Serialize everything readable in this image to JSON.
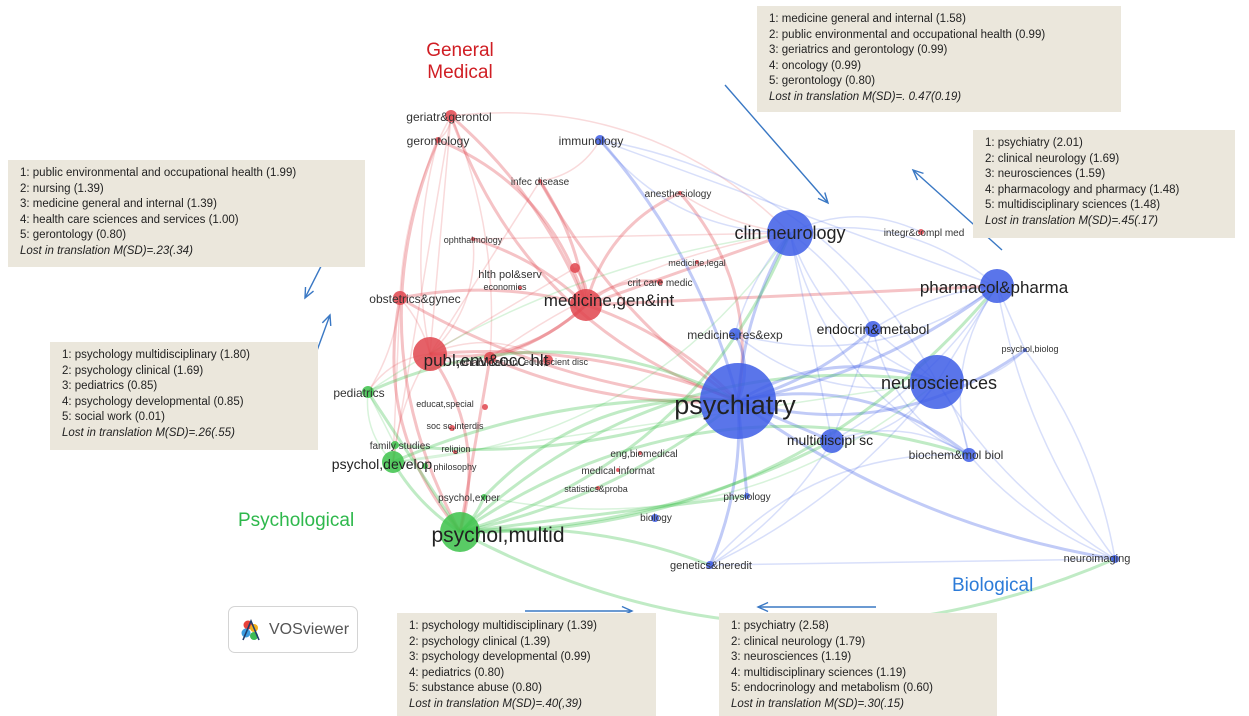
{
  "colors": {
    "medical": "#e0454d",
    "psychological": "#3cc24a",
    "biological": "#3d5de6",
    "medical_label": "#d01e24",
    "psychological_label": "#2eb84c",
    "biological_label": "#2c7bd8",
    "box_bg": "#ebe7dc",
    "arrow": "#3a78c4"
  },
  "cluster_labels": {
    "general_medical": "General\nMedical",
    "psychological": "Psychological",
    "biological": "Biological"
  },
  "logo": {
    "text": "VOSviewer"
  },
  "nodes": [
    {
      "id": "geriatr",
      "label": "geriatr&gerontol",
      "cluster": "medical",
      "weight": 2
    },
    {
      "id": "gerontology",
      "label": "gerontology",
      "cluster": "medical",
      "weight": 1
    },
    {
      "id": "infec",
      "label": "infec disease",
      "cluster": "medical",
      "weight": 1
    },
    {
      "id": "ophth",
      "label": "ophthalmology",
      "cluster": "medical",
      "weight": 1
    },
    {
      "id": "hlthpol",
      "label": "hlth pol&serv",
      "cluster": "medical",
      "weight": 2
    },
    {
      "id": "economics",
      "label": "economics",
      "cluster": "medical",
      "weight": 1
    },
    {
      "id": "critcare",
      "label": "crit care medic",
      "cluster": "medical",
      "weight": 1
    },
    {
      "id": "medlegal",
      "label": "medicine,legal",
      "cluster": "medical",
      "weight": 1
    },
    {
      "id": "medgen",
      "label": "medicine,gen&int",
      "cluster": "medical",
      "weight": 5
    },
    {
      "id": "obstet",
      "label": "obstetrics&gynec",
      "cluster": "medical",
      "weight": 2
    },
    {
      "id": "publenv",
      "label": "publ,env&occ hlt",
      "cluster": "medical",
      "weight": 6
    },
    {
      "id": "rehab",
      "label": "rehabilitation",
      "cluster": "medical",
      "weight": 2
    },
    {
      "id": "educsci",
      "label": "educ,scient disc",
      "cluster": "medical",
      "weight": 1
    },
    {
      "id": "educspec",
      "label": "educat,special",
      "cluster": "medical",
      "weight": 1
    },
    {
      "id": "socsc",
      "label": "soc sc,interdis",
      "cluster": "medical",
      "weight": 1
    },
    {
      "id": "religion",
      "label": "religion",
      "cluster": "medical",
      "weight": 1
    },
    {
      "id": "anesth",
      "label": "anesthesiology",
      "cluster": "medical",
      "weight": 1
    },
    {
      "id": "medinfo",
      "label": "medical informat",
      "cluster": "medical",
      "weight": 1
    },
    {
      "id": "stats",
      "label": "statistics&proba",
      "cluster": "medical",
      "weight": 1
    },
    {
      "id": "integr",
      "label": "integr&compl med",
      "cluster": "medical",
      "weight": 1
    },
    {
      "id": "engbio",
      "label": "eng,biomedical",
      "cluster": "medical",
      "weight": 1
    },
    {
      "id": "pediatrics",
      "label": "pediatrics",
      "cluster": "psychological",
      "weight": 2
    },
    {
      "id": "family",
      "label": "family studies",
      "cluster": "psychological",
      "weight": 1
    },
    {
      "id": "philosophy",
      "label": "philosophy",
      "cluster": "psychological",
      "weight": 1
    },
    {
      "id": "psychdev",
      "label": "psychol,develop",
      "cluster": "psychological",
      "weight": 4
    },
    {
      "id": "psychexp",
      "label": "psychol,exper",
      "cluster": "psychological",
      "weight": 1
    },
    {
      "id": "psychmult",
      "label": "psychol,multid",
      "cluster": "psychological",
      "weight": 6
    },
    {
      "id": "immunology",
      "label": "immunology",
      "cluster": "biological",
      "weight": 1
    },
    {
      "id": "clinneuro",
      "label": "clin neurology",
      "cluster": "biological",
      "weight": 7
    },
    {
      "id": "pharma",
      "label": "pharmacol&pharma",
      "cluster": "biological",
      "weight": 6
    },
    {
      "id": "endocrin",
      "label": "endocrin&metabol",
      "cluster": "biological",
      "weight": 3
    },
    {
      "id": "medres",
      "label": "medicine,res&exp",
      "cluster": "biological",
      "weight": 2
    },
    {
      "id": "psychbiol",
      "label": "psychol,biolog",
      "cluster": "biological",
      "weight": 1
    },
    {
      "id": "neurosci",
      "label": "neurosciences",
      "cluster": "biological",
      "weight": 8
    },
    {
      "id": "psychiatry",
      "label": "psychiatry",
      "cluster": "biological",
      "weight": 10
    },
    {
      "id": "multidiscipl",
      "label": "multidiscipl sc",
      "cluster": "biological",
      "weight": 4
    },
    {
      "id": "biochem",
      "label": "biochem&mol biol",
      "cluster": "biological",
      "weight": 2
    },
    {
      "id": "physiology",
      "label": "physiology",
      "cluster": "biological",
      "weight": 1
    },
    {
      "id": "biology",
      "label": "biology",
      "cluster": "biological",
      "weight": 1
    },
    {
      "id": "genetics",
      "label": "genetics&heredit",
      "cluster": "biological",
      "weight": 1
    },
    {
      "id": "neuroimaging",
      "label": "neuroimaging",
      "cluster": "biological",
      "weight": 1
    }
  ],
  "boxes": [
    {
      "id": "general-medical-right",
      "items": [
        "1: medicine general and internal (1.58)",
        "2: public environmental and occupational health (0.99)",
        "3: geriatrics and gerontology (0.99)",
        "4: oncology (0.99)",
        "5: gerontology (0.80)"
      ],
      "lost": "Lost in translation M(SD)=. 0.47(0.19)"
    },
    {
      "id": "psychiatry-right",
      "items": [
        "1: psychiatry (2.01)",
        "2: clinical neurology (1.69)",
        "3: neurosciences (1.59)",
        "4: pharmacology and pharmacy (1.48)",
        "5: multidisciplinary sciences (1.48)"
      ],
      "lost": "Lost in translation M(SD)=.45(.17)"
    },
    {
      "id": "public-health-left",
      "items": [
        "1: public environmental and occupational health (1.99)",
        "2: nursing (1.39)",
        "3: medicine general and internal (1.39)",
        "4: health care sciences and services (1.00)",
        "5: gerontology (0.80)"
      ],
      "lost": "Lost in translation M(SD)=.23(.34)"
    },
    {
      "id": "psychology-left",
      "items": [
        "1: psychology multidisciplinary (1.80)",
        "2: psychology clinical (1.69)",
        "3: pediatrics (0.85)",
        "4: psychology developmental (0.85)",
        "5: social work (0.01)"
      ],
      "lost": "Lost in translation M(SD)=.26(.55)"
    },
    {
      "id": "psychology-bottom",
      "items": [
        "1: psychology multidisciplinary (1.39)",
        "2: psychology clinical (1.39)",
        "3: psychology developmental (0.99)",
        "4: pediatrics (0.80)",
        "5: substance abuse (0.80)"
      ],
      "lost": "Lost in translation M(SD)=.40(,39)"
    },
    {
      "id": "biological-bottom",
      "items": [
        "1: psychiatry (2.58)",
        "2: clinical neurology (1.79)",
        "3: neurosciences (1.19)",
        "4: multidisciplinary sciences (1.19)",
        "5: endocrinology and metabolism (0.60)"
      ],
      "lost": "Lost in translation M(SD)=.30(.15)"
    }
  ]
}
